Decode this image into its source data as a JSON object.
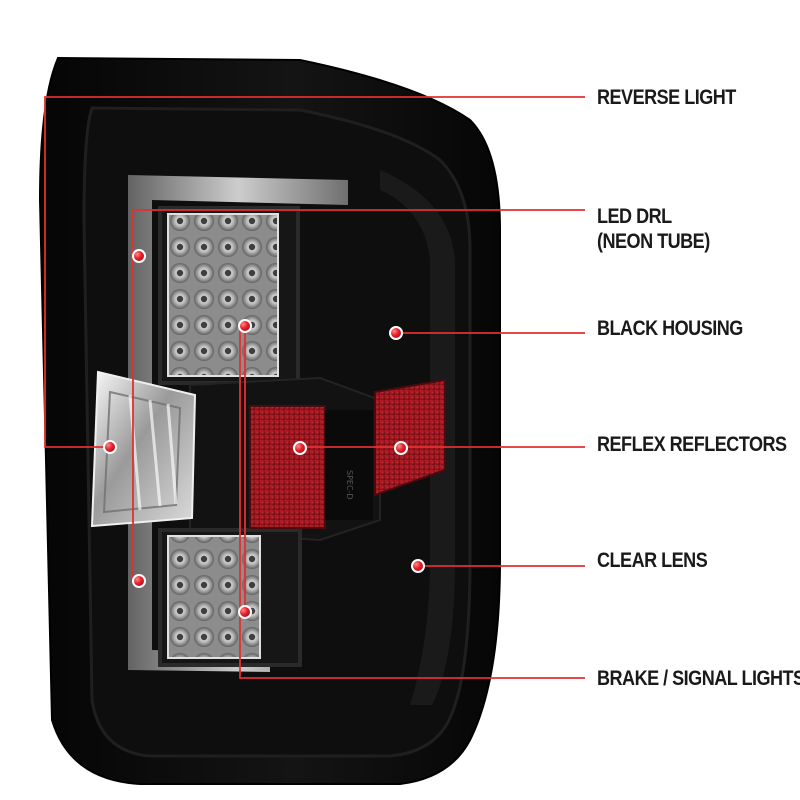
{
  "callouts": {
    "reverse_light": {
      "label": "REVERSE LIGHT"
    },
    "led_drl": {
      "line1": "LED DRL",
      "line2": "(NEON TUBE)"
    },
    "black_housing": {
      "label": "BLACK HOUSING"
    },
    "reflex_reflectors": {
      "label": "REFLEX REFLECTORS"
    },
    "clear_lens": {
      "label": "CLEAR LENS"
    },
    "brake_signal": {
      "label": "BRAKE / SIGNAL LIGHTS"
    }
  },
  "colors": {
    "callout_line": "#e03030",
    "marker": "#e8202a",
    "housing": "#0b0b0b",
    "reflector": "#a3151e"
  }
}
